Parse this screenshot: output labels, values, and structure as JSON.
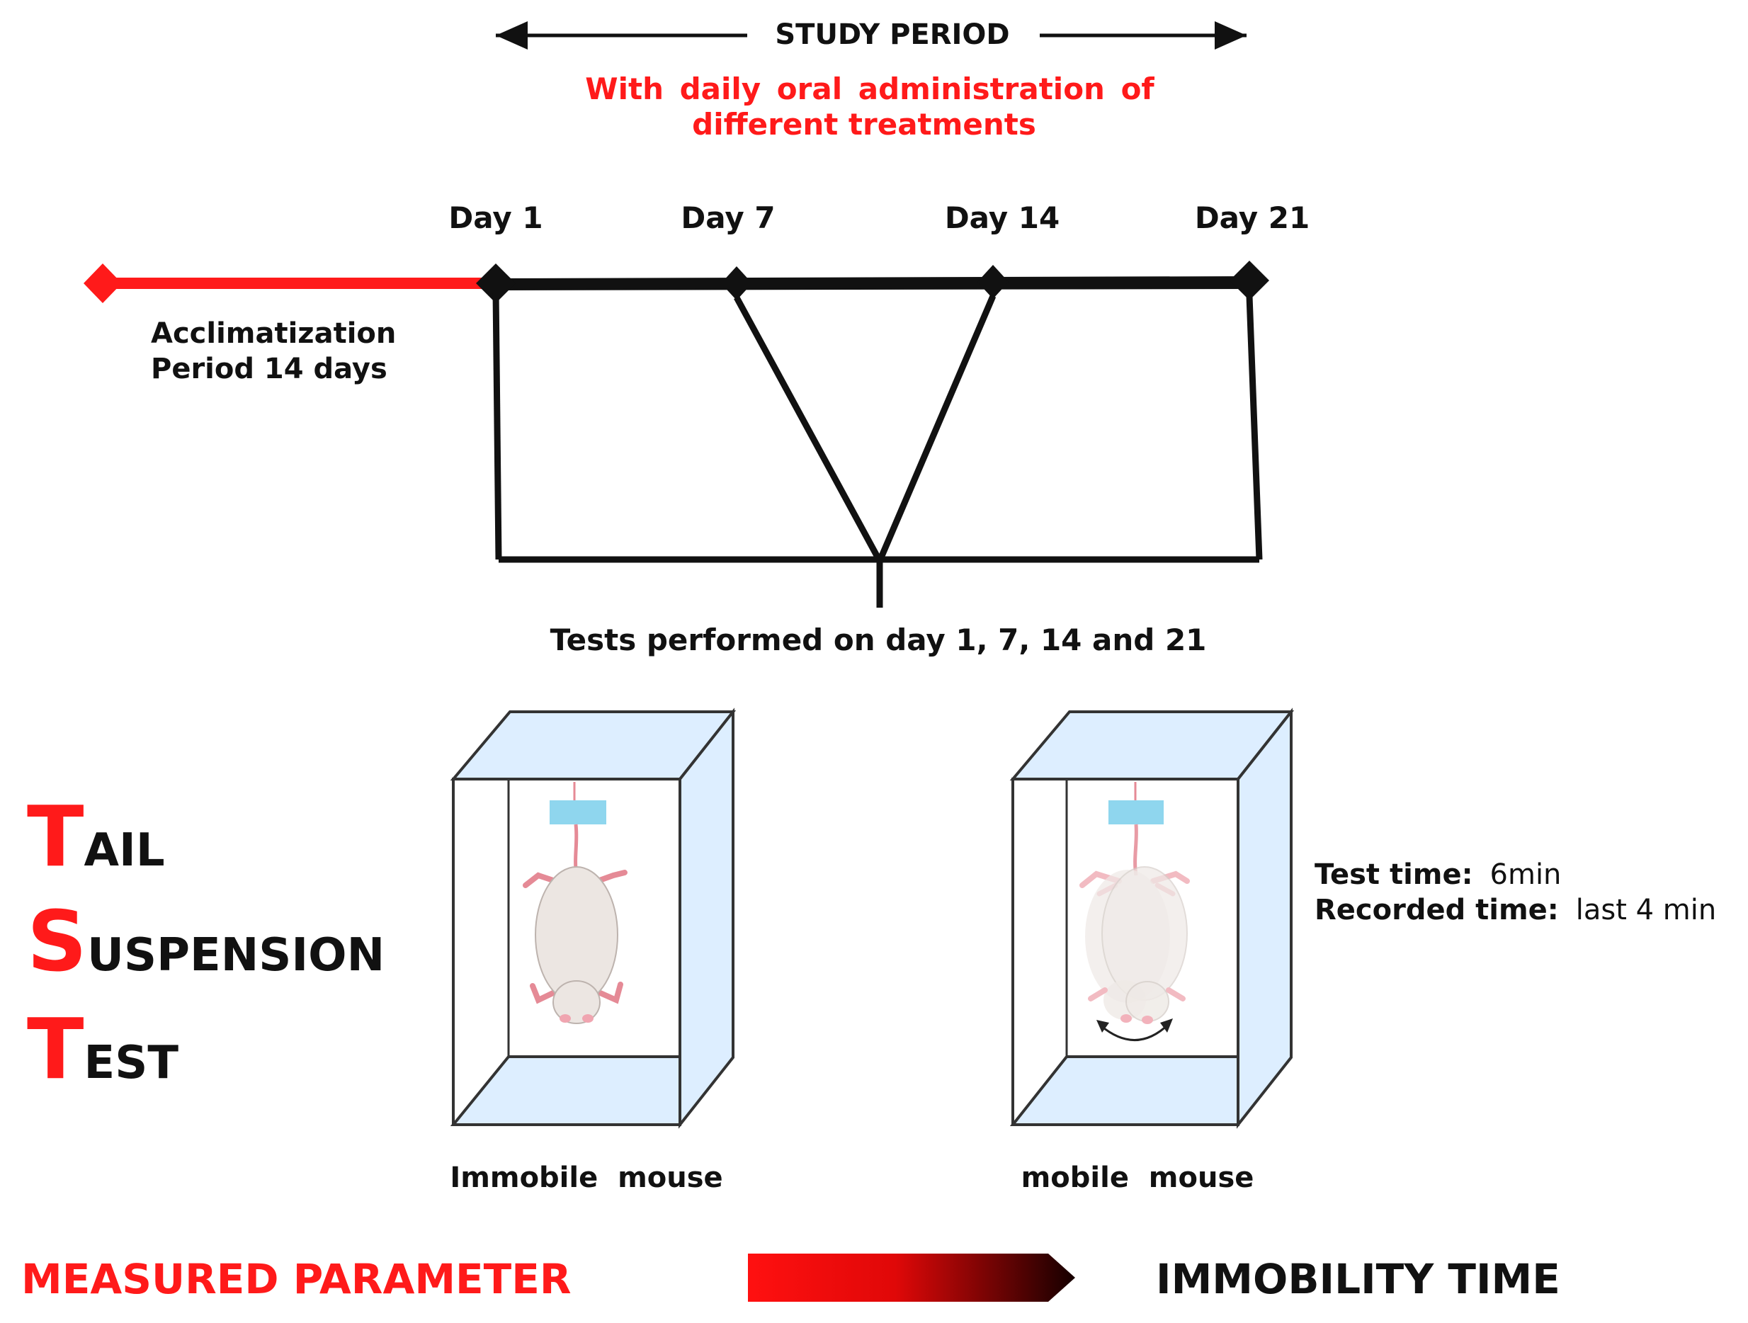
{
  "header": {
    "study_period": "STUDY PERIOD",
    "treatment_line1": "With daily oral administration of",
    "treatment_line2": "different treatments"
  },
  "timeline": {
    "days": [
      "Day 1",
      "Day 7",
      "Day 14",
      "Day 21"
    ],
    "acclimatization_line1": "Acclimatization",
    "acclimatization_line2": "Period 14 days",
    "tests_caption": "Tests performed on day 1, 7, 14 and 21"
  },
  "tst_title": {
    "line1_initial": "T",
    "line1_rest": "AIL",
    "line2_initial": "S",
    "line2_rest": "USPENSION",
    "line3_initial": "T",
    "line3_rest": "EST"
  },
  "boxes": {
    "left_caption": "Immobile  mouse",
    "right_caption": "mobile  mouse"
  },
  "test_info": {
    "test_time_label": "Test time:",
    "test_time_value": "6min",
    "recorded_time_label": "Recorded time:",
    "recorded_time_value": "last 4 min"
  },
  "footer": {
    "measured_parameter": "MEASURED PARAMETER",
    "result": "IMMOBILITY TIME"
  },
  "colors": {
    "accent_red": "#ff1a1a",
    "ink": "#111111",
    "box_panel": "#ddeeff",
    "tape": "#8fd6ee"
  }
}
